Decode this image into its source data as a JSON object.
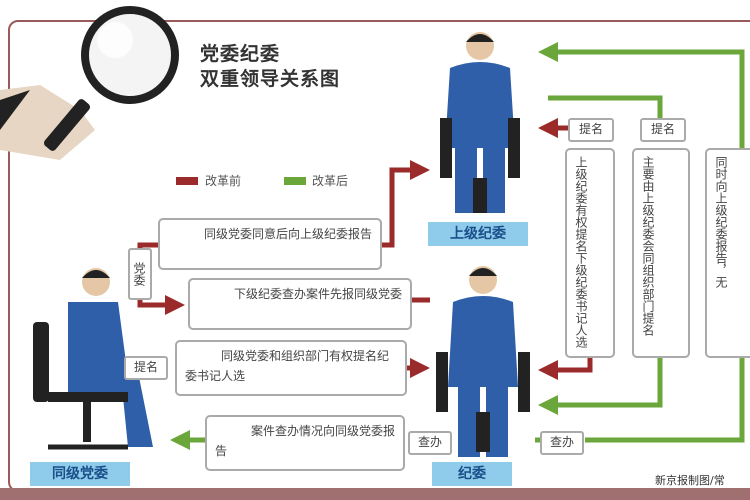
{
  "title": {
    "line1": "党委纪委",
    "line2": "双重领导关系图"
  },
  "legend": [
    {
      "label": "改革前",
      "color": "#9b2a2a"
    },
    {
      "label": "改革后",
      "color": "#6aa63a"
    }
  ],
  "colors": {
    "before": "#9b2a2a",
    "after": "#6aa63a",
    "figure": "#2f5fa8",
    "label_bg": "#8fcbea"
  },
  "nodes": {
    "upper": "上级纪委",
    "party": "同级党委",
    "discipline": "纪委"
  },
  "boxes": {
    "b1": "同级党委同意后向上级纪委报告",
    "b2": "下级纪委查办案件先报同级党委",
    "b3": "同级党委和组织部门有权提名纪委书记人选",
    "b4": "案件查办情况向同级党委报告",
    "vA": "上级纪委有权提名下级纪委书记人选",
    "vB": "主要由上级纪委会同组织部门提名",
    "vC": "同时向上级纪委报告，无"
  },
  "tags": {
    "party_tag": "党委",
    "nominate_left": "提名",
    "nominate_a": "提名",
    "nominate_b": "提名",
    "investigate_mid": "查办",
    "investigate_right": "查办"
  },
  "credit": "新京报制图/常"
}
